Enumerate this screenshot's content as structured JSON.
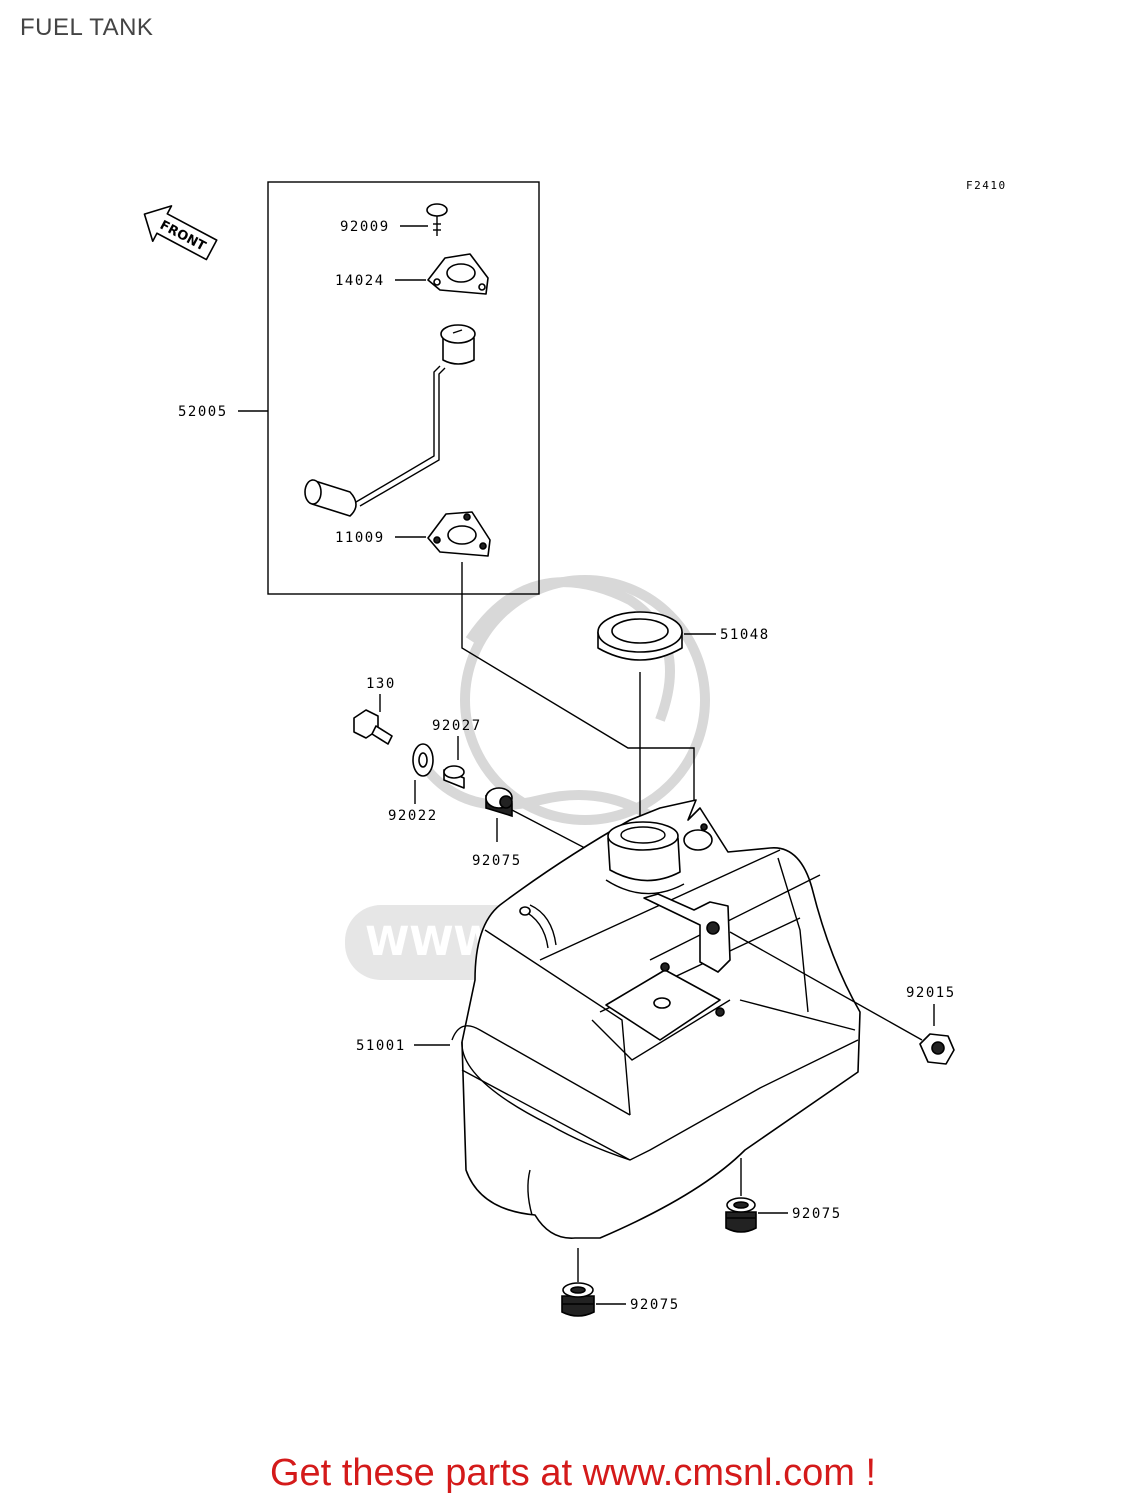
{
  "page": {
    "title": "FUEL TANK"
  },
  "diagram": {
    "figure_code": "F2410",
    "front_arrow_label": "FRONT",
    "watermark_text": "WWW.CMSNL.COM",
    "callouts": {
      "p92009": "92009",
      "p14024": "14024",
      "p52005": "52005",
      "p11009": "11009",
      "p51048": "51048",
      "p130": "130",
      "p92027": "92027",
      "p92022": "92022",
      "p92075_grommet": "92075",
      "p92015": "92015",
      "p51001": "51001",
      "p92075_right": "92075",
      "p92075_bottom": "92075"
    }
  },
  "footer": {
    "promo": "Get these parts at www.cmsnl.com !"
  },
  "colors": {
    "promo_red": "#d41a1a",
    "title_gray": "#444444",
    "watermark_gray": "#d8d8d8"
  }
}
